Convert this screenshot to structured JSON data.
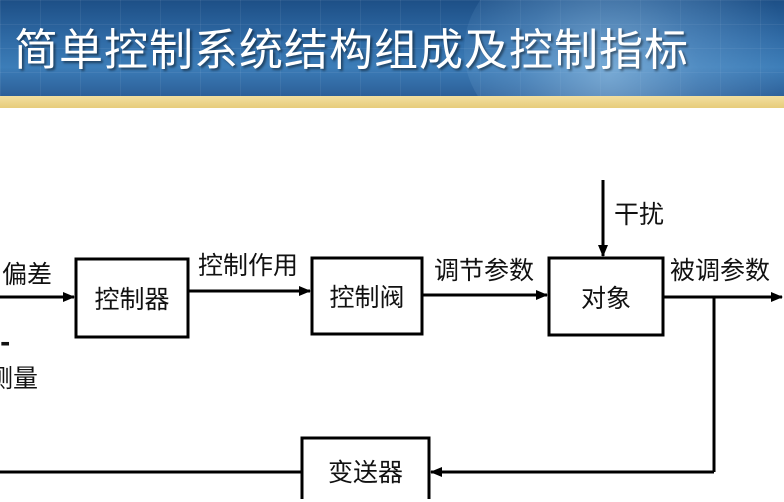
{
  "title": "简单控制系统结构组成及控制指标",
  "colors": {
    "banner": "#2f6aa5",
    "stripe": "#e7cc7a",
    "line": "#000000"
  },
  "blocks": {
    "controller": "控制器",
    "valve": "控制阀",
    "object": "对象",
    "transmitter": "变送器"
  },
  "signals": {
    "deviation": "偏差",
    "control_action": "控制作用",
    "manipulated": "调节参数",
    "disturbance": "干扰",
    "controlled": "被调参数",
    "minus_sign": "-",
    "measured": "测量"
  }
}
